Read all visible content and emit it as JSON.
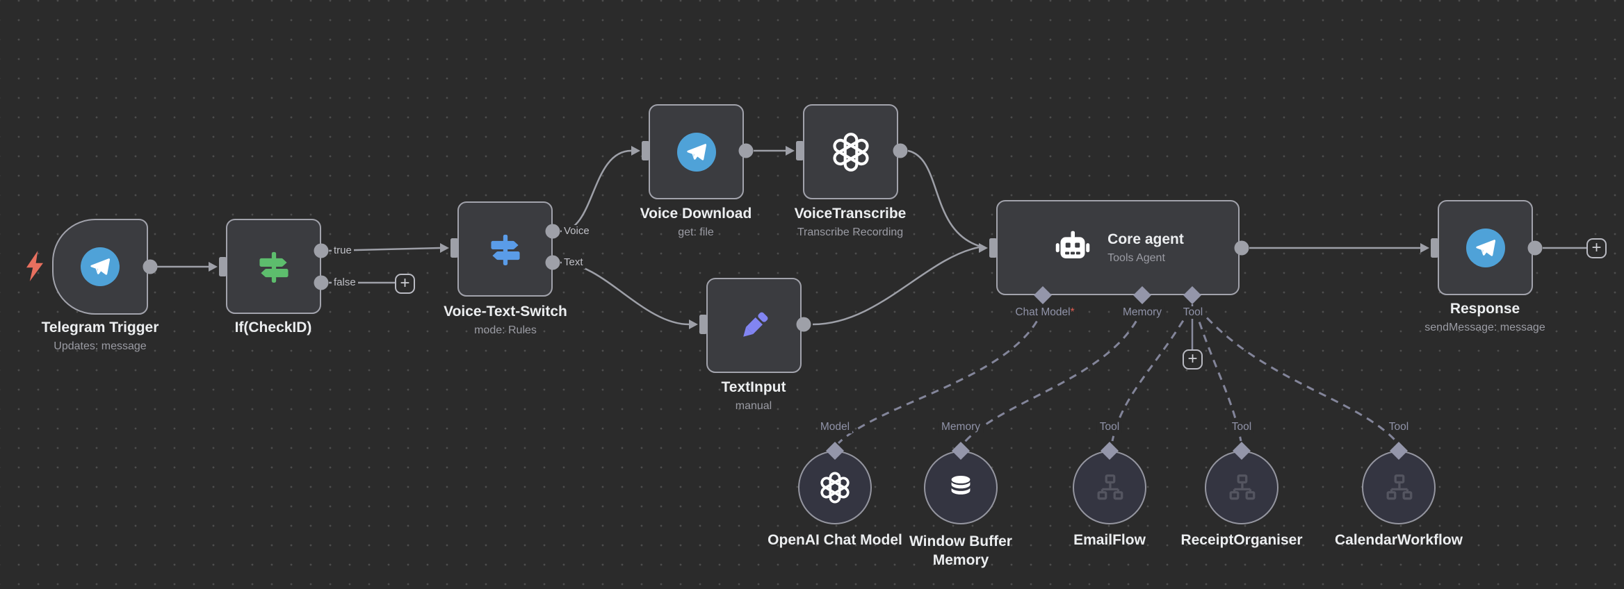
{
  "colors": {
    "canvas_bg": "#2b2b2b",
    "node_fill": "#3b3c40",
    "node_border": "#a2a3ac",
    "wire": "#9ea0a8",
    "ai_wire": "#83859a",
    "telegram_blue": "#4fa2d8",
    "if_green": "#5dbd6d",
    "switch_blue": "#5a9ce8",
    "pencil_purple": "#8285f2",
    "trigger_bolt": "#e8705f",
    "required_asterisk": "#e05c50",
    "sub_node_fill": "#343541",
    "tool_icon_gray": "#545560"
  },
  "ui": {
    "plus": "+"
  },
  "nodes": {
    "telegram_trigger": {
      "title": "Telegram Trigger",
      "subtitle": "Updates: message"
    },
    "if_check": {
      "title": "If(CheckID)",
      "outputs": {
        "true": "true",
        "false": "false"
      }
    },
    "voice_text_switch": {
      "title": "Voice-Text-Switch",
      "subtitle": "mode: Rules",
      "outputs": {
        "voice": "Voice",
        "text": "Text"
      }
    },
    "voice_download": {
      "title": "Voice Download",
      "subtitle": "get: file"
    },
    "voice_transcribe": {
      "title": "VoiceTranscribe",
      "subtitle": "Transcribe Recording"
    },
    "text_input": {
      "title": "TextInput",
      "subtitle": "manual"
    },
    "core_agent": {
      "title": "Core agent",
      "subtitle": "Tools Agent",
      "ports": {
        "chat_model": "Chat Model",
        "required_marker": "*",
        "memory": "Memory",
        "tool": "Tool"
      }
    },
    "response": {
      "title": "Response",
      "subtitle": "sendMessage: message"
    }
  },
  "sub_nodes": {
    "openai_chat_model": {
      "title": "OpenAI Chat Model",
      "port_label": "Model"
    },
    "window_buffer_memory": {
      "title": "Window Buffer Memory",
      "port_label": "Memory"
    },
    "emailflow": {
      "title": "EmailFlow",
      "port_label": "Tool"
    },
    "receipt_organiser": {
      "title": "ReceiptOrganiser",
      "port_label": "Tool"
    },
    "calendar_workflow": {
      "title": "CalendarWorkflow",
      "port_label": "Tool"
    }
  }
}
